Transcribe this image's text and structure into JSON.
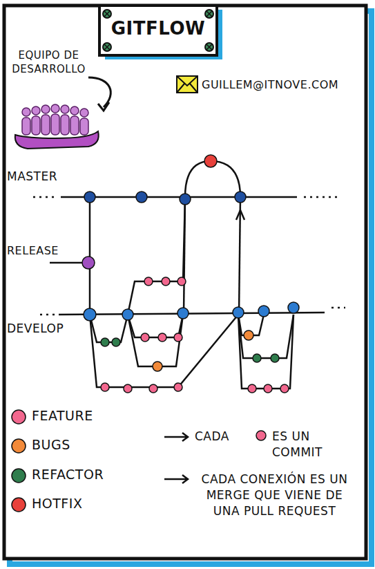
{
  "diagram": {
    "title": "GITFLOW",
    "labels": [
      "EQUIPO DE DESARROLLO",
      "GUILLEM@ITNOVE.COM",
      "MASTER",
      "RELEASE",
      "DEVELOP",
      "CADA",
      "ES UN COMMIT",
      "CADA CONEXIÓN ES UN MERGE QUE VIENE DE UNA PULL REQUEST"
    ],
    "legend": [
      {
        "text": "FEATURE",
        "color": "#f2678e"
      },
      {
        "text": "BUGS",
        "color": "#f28a3a"
      },
      {
        "text": "REFACTOR",
        "color": "#2f7d4d"
      },
      {
        "text": "HOTFIX",
        "color": "#e8413b"
      }
    ]
  }
}
